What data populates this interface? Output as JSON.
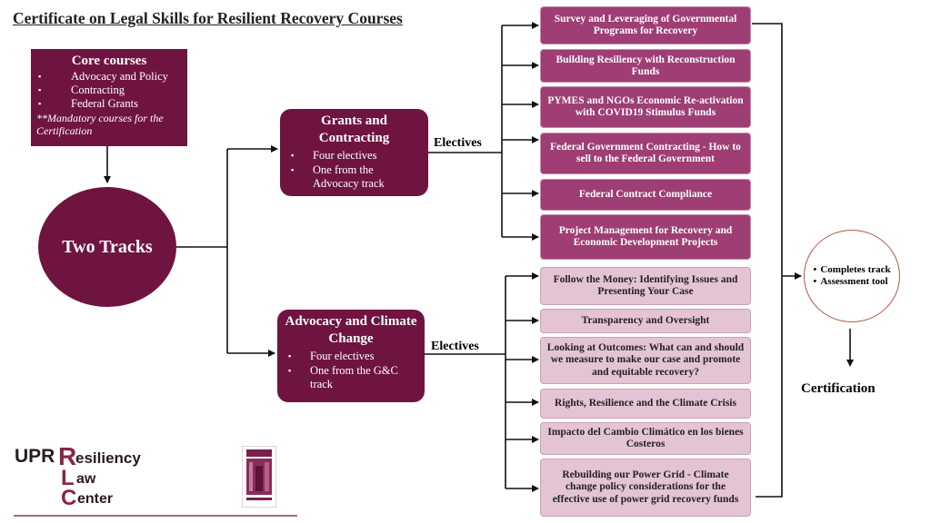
{
  "title": "Certificate on Legal Skills for Resilient Recovery Courses",
  "core": {
    "heading": "Core courses",
    "items": [
      "Advocacy and Policy",
      "Contracting",
      "Federal Grants"
    ],
    "note": "**Mandatory courses for the Certification"
  },
  "center": {
    "label": "Two Tracks"
  },
  "tracks": {
    "grants": {
      "heading": "Grants and Contracting",
      "items": [
        "Four electives",
        "One from the Advocacy track"
      ]
    },
    "advocacy": {
      "heading": "Advocacy and Climate Change",
      "items": [
        "Four electives",
        "One from the G&C track"
      ]
    }
  },
  "electives_label": "Electives",
  "grants_electives": [
    "Survey and Leveraging of Governmental Programs for Recovery",
    "Building Resiliency with Reconstruction Funds",
    "PYMES and NGOs Economic Re-activation with COVID19 Stimulus Funds",
    "Federal Government Contracting - How to sell to the Federal Government",
    "Federal Contract Compliance",
    "Project Management for Recovery and Economic Development Projects"
  ],
  "advocacy_electives": [
    "Follow the Money: Identifying Issues and Presenting Your Case",
    "Transparency and Oversight",
    "Looking at Outcomes: What can and should we measure to make our case and promote and equitable recovery?",
    "Rights, Resilience and the Climate Crisis",
    "Impacto del Cambio Climático en los bienes Costeros",
    "Rebuilding our Power Grid - Climate change policy considerations for the effective use of power grid recovery funds"
  ],
  "certification": {
    "items": [
      "Completes track",
      "Assessment tool"
    ],
    "label": "Certification"
  },
  "logo": {
    "upr": "UPR",
    "letters": [
      "R",
      "L",
      "C"
    ],
    "words": [
      "esiliency",
      "aw",
      "enter"
    ],
    "colors": {
      "dark": "#2a1a22",
      "accent": "#8b2447"
    }
  },
  "colors": {
    "primary": "#6f1440",
    "elective": "#9e3e74",
    "elective_light": "#e4c4d4"
  }
}
